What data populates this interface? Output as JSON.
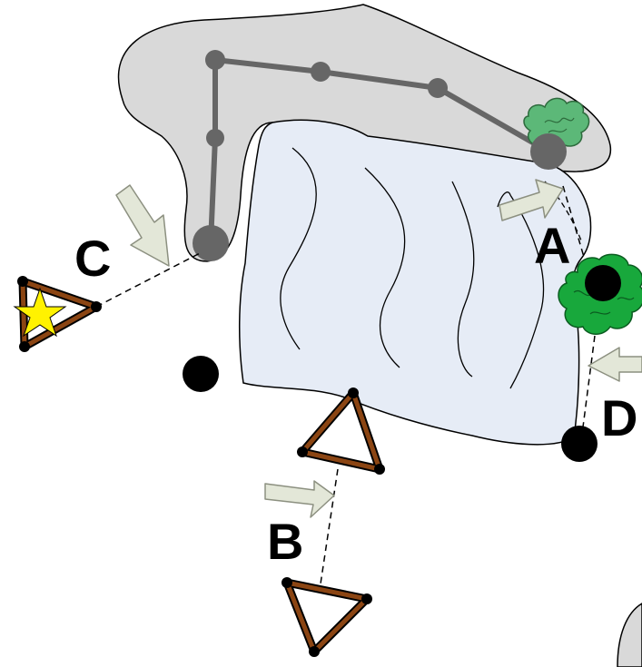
{
  "labels": {
    "a": "A",
    "b": "B",
    "c": "C",
    "d": "D"
  },
  "colors": {
    "gray_region": "#d9d9d9",
    "blue_region": "#e6ecf6",
    "chain": "#666666",
    "rod": "#8b4513",
    "green_blob": "#18a83c",
    "light_green_blob": "#5cb878",
    "arrow_fill": "#e3e7d8",
    "star": "#fff200",
    "dot": "#000000"
  },
  "icons": {
    "arrow": "block-arrow-icon",
    "star": "star-icon",
    "blob": "cloud-blob-icon"
  }
}
